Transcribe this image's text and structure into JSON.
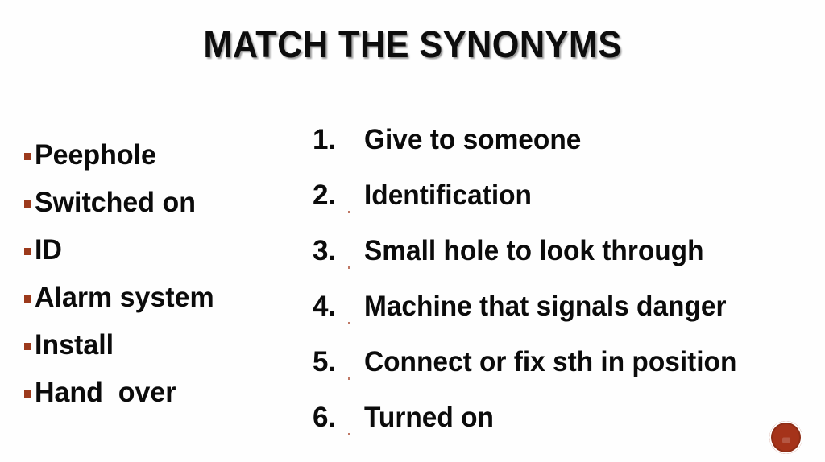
{
  "slide": {
    "title": "MATCH THE SYNONYMS",
    "background_color": "#fefefe",
    "text_color": "#0b0b0b",
    "accent_color": "#9c3a1c"
  },
  "left_column": {
    "bullet_glyph": "square-bullet",
    "items": [
      {
        "label": "Peephole"
      },
      {
        "label": "Switched on"
      },
      {
        "label": "ID"
      },
      {
        "label": "Alarm system"
      },
      {
        "label": "Install"
      },
      {
        "label": "Hand  over"
      }
    ]
  },
  "right_column": {
    "items": [
      {
        "number": "1.",
        "text": "Give to someone"
      },
      {
        "number": "2.",
        "text": "Identification"
      },
      {
        "number": "3.",
        "text": "Small hole to look through"
      },
      {
        "number": "4.",
        "text": "Machine that signals danger"
      },
      {
        "number": "5.",
        "text": "Connect or fix sth in position"
      },
      {
        "number": "6.",
        "text": "Turned on"
      }
    ]
  },
  "badge": {
    "name": "seal-badge",
    "color": "#a5331a"
  }
}
